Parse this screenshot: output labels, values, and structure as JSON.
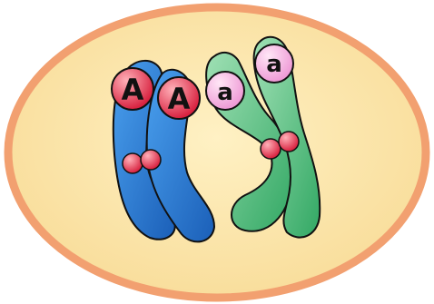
{
  "alleles": [
    {
      "label": "A",
      "color": "#e0334d"
    },
    {
      "label": "A",
      "color": "#e0334d"
    },
    {
      "label": "a",
      "color": "#f2a9dc"
    },
    {
      "label": "a",
      "color": "#f2a9dc"
    }
  ],
  "colors": {
    "background": "#ffffff",
    "cell_fill": "#fbe4a8",
    "cell_border": "#f2a070",
    "chromosome_blue": "#2f7fd8",
    "chromosome_green": "#5cc48a",
    "centromere": "#e0334d",
    "outline": "#111111"
  }
}
